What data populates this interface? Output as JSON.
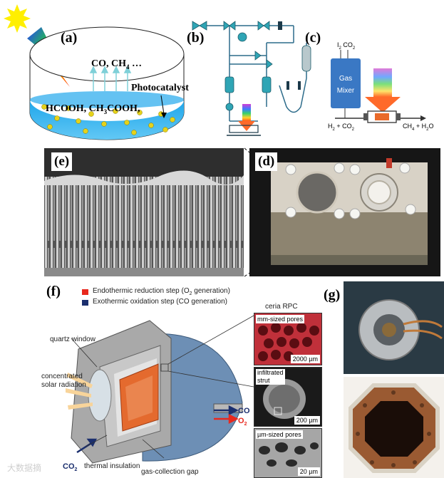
{
  "panel_a": {
    "label": "(a)",
    "gases": "CO, CH",
    "gases_sub": "4",
    "gases_tail": " …",
    "photocatalyst": "Photocatalyst",
    "liquid_a": "HCOOH, CH",
    "liquid_sub": "3",
    "liquid_b": "COOH,",
    "sun_color": "#ffef00"
  },
  "panel_b": {
    "label": "(b)"
  },
  "panel_c": {
    "label": "(c)",
    "inlet_i": "I",
    "inlet_sub": "2",
    "inlet_co": " CO",
    "inlet_co_sub": "2",
    "mixer_line1": "Gas",
    "mixer_line2": "Mixer",
    "feed": "H",
    "feed_sub": "2",
    "feed_mid": " + CO",
    "feed_sub2": "2",
    "out": "CH",
    "out_sub": "4",
    "out_mid": " + H",
    "out_sub2": "2",
    "out_tail": "O",
    "mixer_color": "#3a78c4"
  },
  "panel_d": {
    "label": "(d)"
  },
  "panel_e": {
    "label": "(e)"
  },
  "panel_f": {
    "label": "(f)",
    "legend_red": "Endothermic reduction step (O",
    "legend_red_sub": "2",
    "legend_red_tail": " generation)",
    "legend_blue": "Exothermic oxidation step (CO generation)",
    "quartz": "quartz window",
    "solar1": "concentrated",
    "solar2": "solar radiation",
    "co": "CO",
    "o2": "O",
    "o2_sub": "2",
    "co2": "CO",
    "co2_sub": "2",
    "insulation": "thermal insulation",
    "gap": "gas-collection gap",
    "ceria": "ceria RPC",
    "mm_pores": "mm-sized pores",
    "scale1": "2000 µm",
    "strut1": "infiltrated",
    "strut2": "strut",
    "scale2": "200 µm",
    "um_pores": "µm-sized pores",
    "scale3": "20 µm",
    "red_color": "#e8281e",
    "blue_color": "#1b2f6e"
  },
  "panel_g": {
    "label": "(g)"
  },
  "watermark": "大数据摘"
}
